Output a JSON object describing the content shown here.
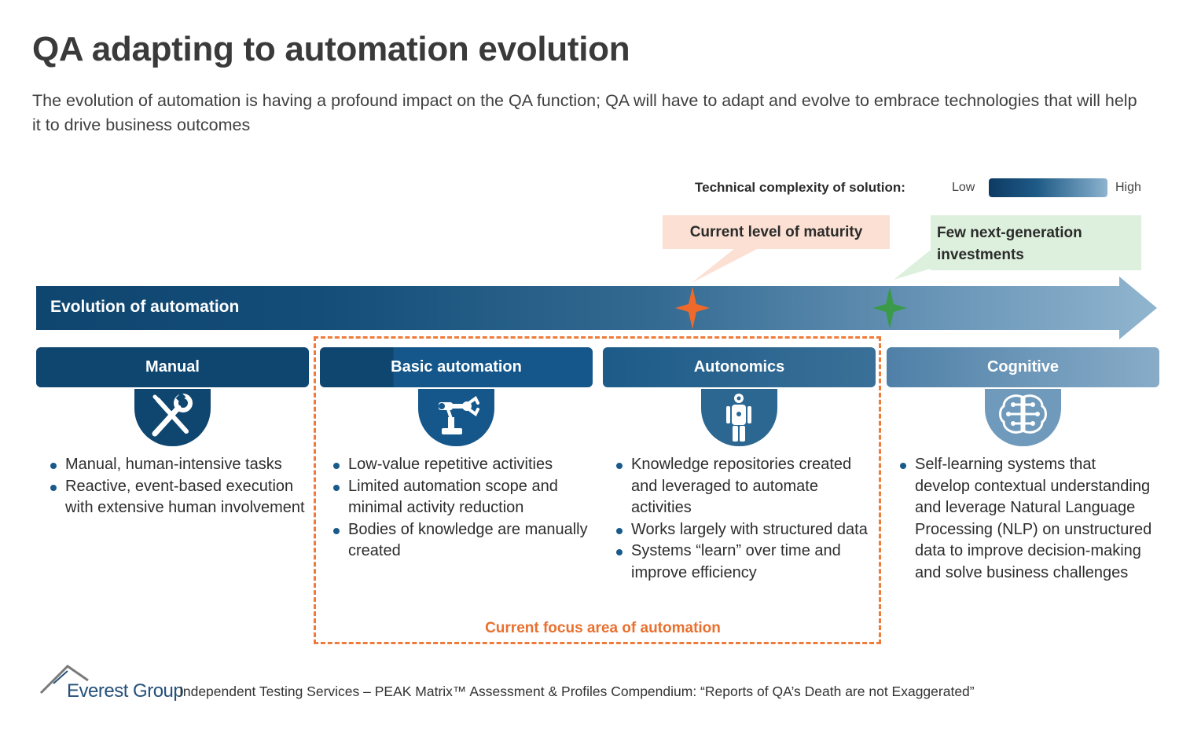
{
  "header": {
    "title": "QA adapting to automation evolution",
    "subtitle": "The evolution of automation is having a profound impact on the QA function; QA will have to adapt and evolve to embrace technologies that will help it to drive business outcomes"
  },
  "legend": {
    "label": "Technical complexity of solution:",
    "low": "Low",
    "high": "High"
  },
  "callouts": {
    "maturity": "Current level of maturity",
    "nextgen": "Few next-generation investments"
  },
  "arrow": {
    "label": "Evolution of automation"
  },
  "stages": [
    {
      "name": "Manual",
      "icon": "tools-icon",
      "bullets": [
        "Manual, human-intensive tasks",
        "Reactive, event-based execution with extensive human involvement"
      ]
    },
    {
      "name": "Basic automation",
      "icon": "robotic-arm-icon",
      "bullets": [
        "Low-value repetitive activities",
        "Limited automation scope and minimal activity reduction",
        "Bodies of knowledge are manually created"
      ]
    },
    {
      "name": "Autonomics",
      "icon": "robot-icon",
      "bullets": [
        "Knowledge repositories created and leveraged to automate activities",
        "Works largely with structured data",
        "Systems “learn” over time and improve efficiency"
      ]
    },
    {
      "name": "Cognitive",
      "icon": "brain-circuit-icon",
      "bullets": [
        "Self-learning systems that develop contextual understanding and leverage Natural Language Processing (NLP) on unstructured data to improve decision-making and solve business challenges"
      ]
    }
  ],
  "focus_area": {
    "label": "Current focus area of automation"
  },
  "footer": {
    "logo": "Everest Group",
    "source": "Independent Testing Services – PEAK Matrix™ Assessment & Profiles Compendium: “Reports of QA’s Death are not Exaggerated”"
  },
  "colors": {
    "dark_blue": "#0f4670",
    "light_blue": "#8fb4cf",
    "orange": "#ef7b3b",
    "green": "#3a9a4a",
    "callout_orange_bg": "#fbe0d3",
    "callout_green_bg": "#ddf0dd"
  }
}
